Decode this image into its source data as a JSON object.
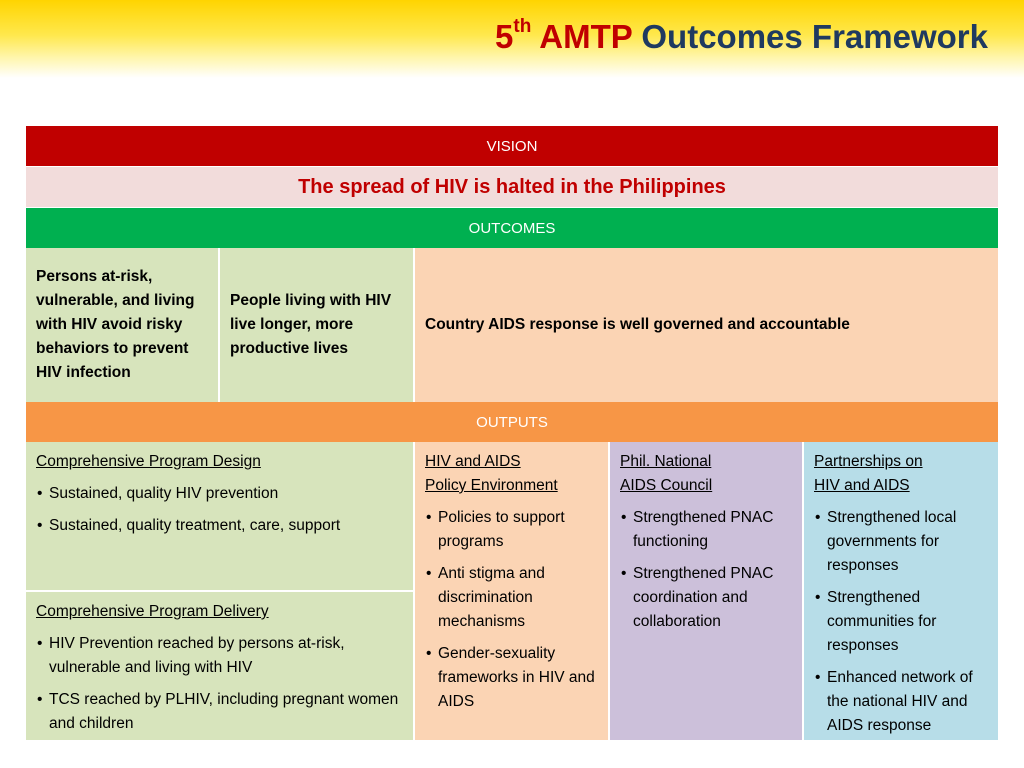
{
  "slide": {
    "title_number": "5",
    "title_sup": "th",
    "title_brand": "AMTP",
    "title_rest": "Outcomes Framework"
  },
  "vision": {
    "header": "VISION",
    "statement": "The spread of HIV is halted in the Philippines"
  },
  "outcomes": {
    "header": "OUTCOMES",
    "items": [
      "Persons at-risk, vulnerable, and living with HIV avoid risky behaviors to prevent HIV infection",
      "People living with HIV live longer, more productive lives",
      "Country AIDS response is well governed and accountable"
    ]
  },
  "outputs": {
    "header": "OUTPUTS",
    "program_design": {
      "title": "Comprehensive Program Design",
      "bullets": [
        "Sustained, quality HIV prevention",
        "Sustained, quality treatment, care, support"
      ]
    },
    "program_delivery": {
      "title": "Comprehensive Program Delivery",
      "bullets": [
        "HIV Prevention reached by persons at-risk, vulnerable and living with HIV",
        "TCS reached by PLHIV, including pregnant women and children"
      ]
    },
    "policy": {
      "title_line1": "HIV and AIDS",
      "title_line2": "Policy Environment",
      "bullets": [
        "Policies to support programs",
        "Anti stigma and discrimination mechanisms",
        "Gender-sexuality frameworks in HIV and AIDS"
      ]
    },
    "pnac": {
      "title_line1": "Phil. National",
      "title_line2": "AIDS Council",
      "bullets": [
        "Strengthened PNAC functioning",
        "Strengthened PNAC coordination and collaboration"
      ]
    },
    "partnerships": {
      "title_line1": "Partnerships on",
      "title_line2": "HIV and AIDS",
      "bullets": [
        "Strengthened local governments for responses",
        "Strengthened communities for responses",
        "Enhanced network of the national  HIV and AIDS response"
      ]
    }
  },
  "colors": {
    "vision": "#c00000",
    "statement_bg": "#f2dcdb",
    "outcomes": "#00b050",
    "outputs": "#f79646",
    "green_cell": "#d7e4bc",
    "peach_cell": "#fbd4b4",
    "lavender_cell": "#ccc0da",
    "blue_cell": "#b7dde8",
    "title_navy": "#1f3a60"
  }
}
